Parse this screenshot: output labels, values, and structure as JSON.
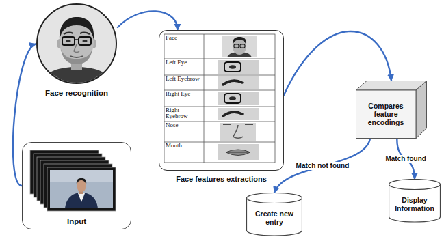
{
  "diagram": {
    "nodes": [
      {
        "text": [
          "Input"
        ]
      },
      {
        "text": [
          "Face recognition"
        ]
      },
      {
        "text": [
          "Face features extractions"
        ]
      },
      {
        "text": [
          "Compares feature encodings"
        ]
      },
      {
        "text": [
          "Create new entry"
        ]
      },
      {
        "text": [
          "Display Information"
        ]
      }
    ],
    "edges": [
      {
        "from": 0,
        "to": 1,
        "arrow": "to"
      },
      {
        "from": 1,
        "to": 2,
        "arrow": "to"
      },
      {
        "from": 2,
        "to": 3,
        "arrow": "to"
      },
      {
        "from": 3,
        "to": 4,
        "label": "Match not found",
        "arrow": "to"
      },
      {
        "from": 3,
        "to": 5,
        "label": "Match found",
        "arrow": "to"
      }
    ],
    "labels": [
      "Face",
      "Left Eye",
      "Left Eyebrow",
      "Right Eye",
      "Right Eyebrow",
      "Nose",
      "Mouth"
    ]
  }
}
